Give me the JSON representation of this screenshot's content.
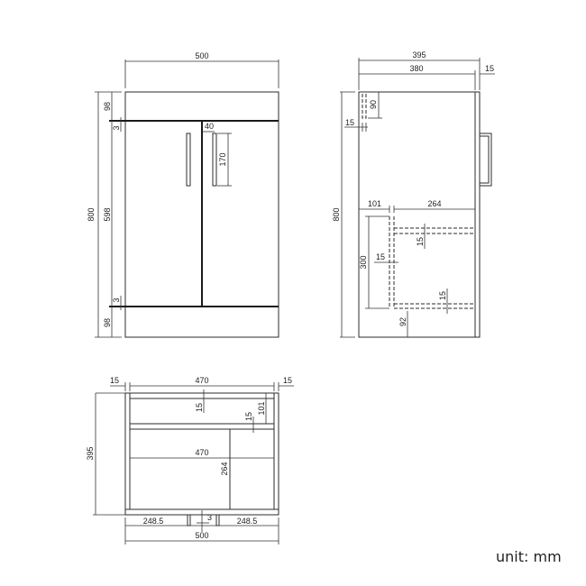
{
  "unit_label": "unit: mm",
  "views": {
    "front": {
      "width": "500",
      "height": "800",
      "top_rail": "98",
      "bottom_rail": "98",
      "gap_top": "3",
      "gap_bottom": "3",
      "door_height": "598",
      "handle_offset": "40",
      "handle_length": "170"
    },
    "side": {
      "depth_total": "395",
      "depth_body": "380",
      "door_thickness": "15",
      "height": "800",
      "top_rail": "90",
      "panel_thickness": "15",
      "shelf_offset": "101",
      "shelf_depth": "264",
      "shelf_thickness_top": "15",
      "back_thickness": "15",
      "back_height": "300",
      "shelf_thickness_bottom": "15",
      "plinth": "92"
    },
    "top": {
      "side_left": "15",
      "inner_width": "470",
      "side_right": "15",
      "top_panel": "15",
      "rear_rail": "15",
      "rear_depth": "101",
      "shelf_width": "470",
      "shelf_depth": "264",
      "depth": "395",
      "door_left": "248.5",
      "door_gap": "3",
      "door_right": "248.5",
      "overall_width": "500"
    }
  }
}
